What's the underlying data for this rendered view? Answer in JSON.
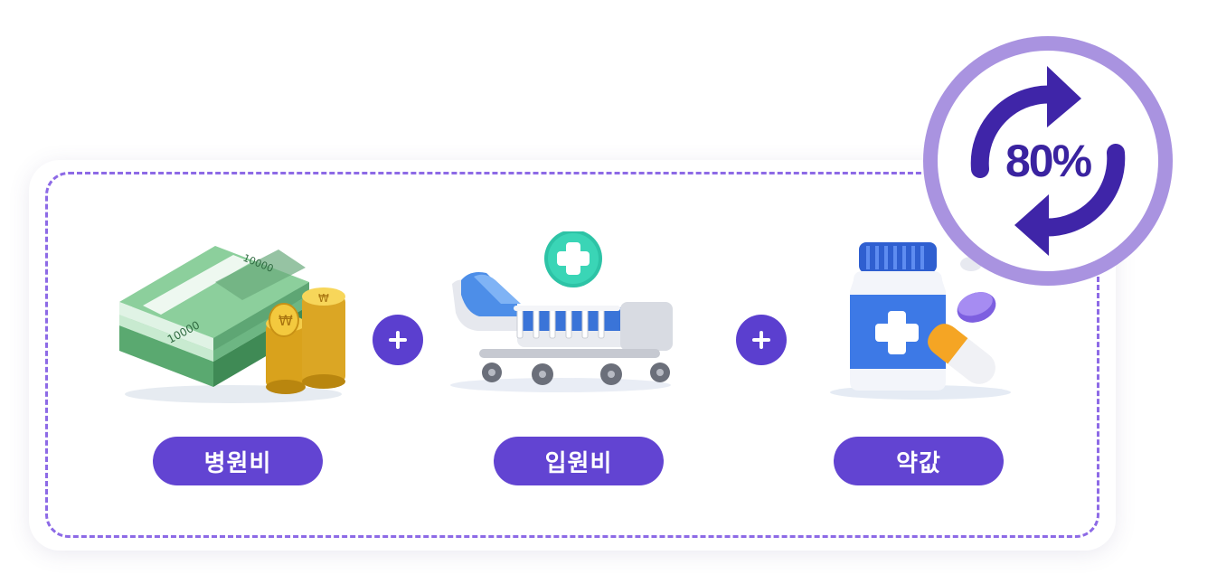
{
  "items": [
    {
      "label": "병원비",
      "icon": "money-icon"
    },
    {
      "label": "입원비",
      "icon": "hospital-bed-icon"
    },
    {
      "label": "약값",
      "icon": "medicine-bottle-icon"
    }
  ],
  "badge": {
    "text": "80%",
    "icon": "refresh-cycle-icon"
  },
  "colors": {
    "primary": "#6244d2",
    "dash": "#8d6ae6",
    "badge_ring": "#a993e0",
    "badge_text": "#3a23a0"
  }
}
